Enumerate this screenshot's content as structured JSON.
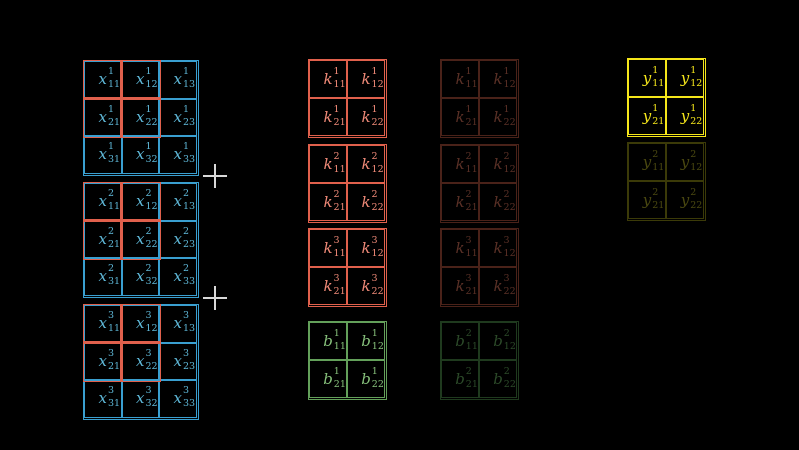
{
  "colors": {
    "input": "#3a9fd0",
    "input_text": "#5fb8d8",
    "kernel": "#e0604c",
    "kernel_text": "#f08a78",
    "kernel_dim": "#4a2219",
    "kernel_dim_text": "#5a3026",
    "bias": "#63a05a",
    "bias_text": "#86c07b",
    "bias_dim": "#1f3a1e",
    "bias_dim_text": "#2c4a29",
    "output": "#f5e61a",
    "output_text": "#f5e61a",
    "output_dim": "#3b3a08",
    "output_dim_text": "#4a4810",
    "background": "#000000"
  },
  "input": [
    {
      "symbol": "x",
      "superscript": "1",
      "subscripts": [
        [
          "11",
          "12",
          "13"
        ],
        [
          "21",
          "22",
          "23"
        ],
        [
          "31",
          "32",
          "33"
        ]
      ]
    },
    {
      "symbol": "x",
      "superscript": "2",
      "subscripts": [
        [
          "11",
          "12",
          "13"
        ],
        [
          "21",
          "22",
          "23"
        ],
        [
          "31",
          "32",
          "33"
        ]
      ]
    },
    {
      "symbol": "x",
      "superscript": "3",
      "subscripts": [
        [
          "11",
          "12",
          "13"
        ],
        [
          "21",
          "22",
          "23"
        ],
        [
          "31",
          "32",
          "33"
        ]
      ]
    }
  ],
  "kernels_active": [
    {
      "symbol": "k",
      "superscript": "1",
      "subscripts": [
        [
          "11",
          "12"
        ],
        [
          "21",
          "22"
        ]
      ]
    },
    {
      "symbol": "k",
      "superscript": "2",
      "subscripts": [
        [
          "11",
          "12"
        ],
        [
          "21",
          "22"
        ]
      ]
    },
    {
      "symbol": "k",
      "superscript": "3",
      "subscripts": [
        [
          "11",
          "12"
        ],
        [
          "21",
          "22"
        ]
      ]
    }
  ],
  "bias_active": {
    "symbol": "b",
    "superscript": "1",
    "subscripts": [
      [
        "11",
        "12"
      ],
      [
        "21",
        "22"
      ]
    ]
  },
  "kernels_dim": [
    {
      "symbol": "k",
      "superscript": "1",
      "subscripts": [
        [
          "11",
          "12"
        ],
        [
          "21",
          "22"
        ]
      ]
    },
    {
      "symbol": "k",
      "superscript": "2",
      "subscripts": [
        [
          "11",
          "12"
        ],
        [
          "21",
          "22"
        ]
      ]
    },
    {
      "symbol": "k",
      "superscript": "3",
      "subscripts": [
        [
          "11",
          "12"
        ],
        [
          "21",
          "22"
        ]
      ]
    }
  ],
  "bias_dim": {
    "symbol": "b",
    "superscript": "2",
    "subscripts": [
      [
        "11",
        "12"
      ],
      [
        "21",
        "22"
      ]
    ]
  },
  "output_active": {
    "symbol": "y",
    "superscript": "1",
    "subscripts": [
      [
        "11",
        "12"
      ],
      [
        "21",
        "22"
      ]
    ]
  },
  "output_dim": {
    "symbol": "y",
    "superscript": "2",
    "subscripts": [
      [
        "11",
        "12"
      ],
      [
        "21",
        "22"
      ]
    ]
  }
}
